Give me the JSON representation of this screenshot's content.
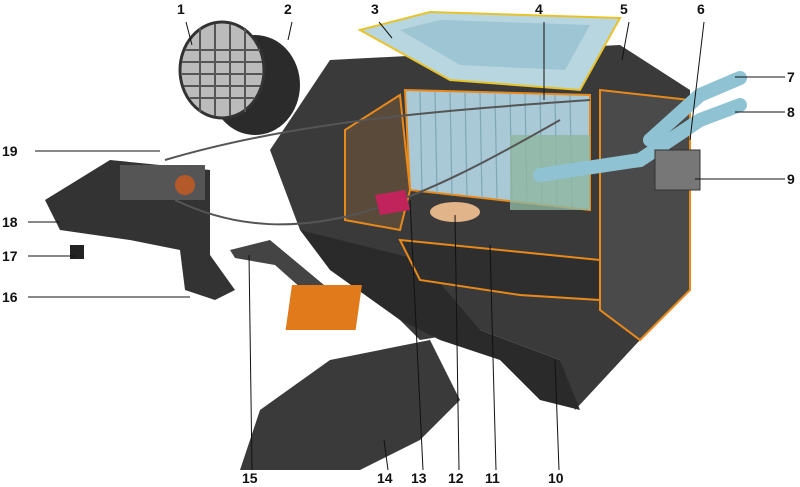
{
  "callouts": [
    "1",
    "2",
    "3",
    "4",
    "5",
    "6",
    "7",
    "8",
    "9",
    "10",
    "11",
    "12",
    "13",
    "14",
    "15",
    "16",
    "17",
    "18",
    "19"
  ],
  "colors": {
    "body": "#3a3a3a",
    "body_dark": "#1f1f1f",
    "edge": "#e8891c",
    "radiator": "#a9c9d6",
    "pipe": "#8fc3d3",
    "flap": "#e07a1a"
  }
}
